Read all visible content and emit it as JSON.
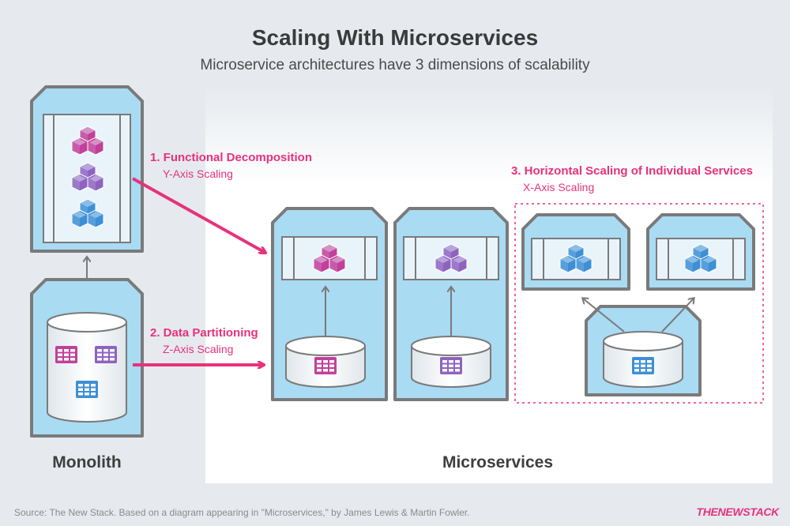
{
  "title": "Scaling With Microservices",
  "subtitle": "Microservice architectures have 3 dimensions of scalability",
  "steps": [
    {
      "title": "1. Functional Decomposition",
      "sub": "Y-Axis Scaling"
    },
    {
      "title": "2. Data Partitioning",
      "sub": "Z-Axis Scaling"
    },
    {
      "title": "3. Horizontal Scaling of Individual Services",
      "sub": "X-Axis Scaling"
    }
  ],
  "sections": {
    "monolith": "Monolith",
    "microservices": "Microservices"
  },
  "footer": {
    "source": "Source: The New Stack. Based on a diagram appearing in \"Microservices,\" by James Lewis & Martin Fowler.",
    "brand": "THENEWSTACK"
  },
  "colors": {
    "magenta": "#c2409a",
    "purple": "#8e63c0",
    "blue": "#3d8fd6",
    "accent": "#e8317b",
    "server_fill": "#a9dbf3",
    "server_stroke": "#7a7a7a"
  }
}
